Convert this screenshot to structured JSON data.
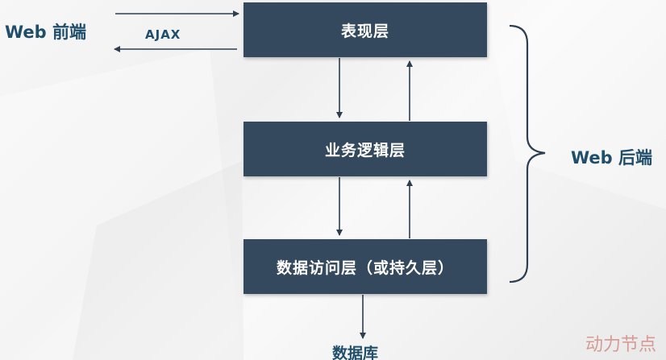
{
  "diagram": {
    "frontend_label": "Web 前端",
    "ajax_label": "AJAX",
    "backend_label": "Web 后端",
    "layers": {
      "presentation": "表现层",
      "business": "业务逻辑层",
      "data_access": "数据访问层（或持久层）"
    },
    "database_label": "数据库"
  },
  "colors": {
    "box_fill": "#34495e",
    "arrow": "#2c3e50",
    "label_text": "#1f4e6b"
  },
  "watermark": "动力节点"
}
